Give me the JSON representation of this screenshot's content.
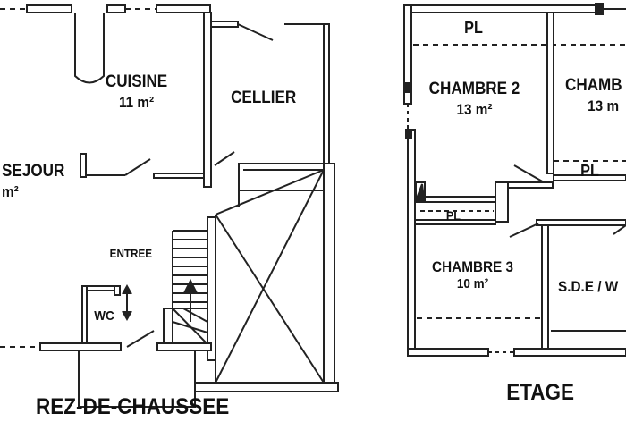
{
  "rooms": {
    "cuisine": {
      "name": "CUISINE",
      "area": "11 m²"
    },
    "cellier": {
      "name": "CELLIER"
    },
    "sejour": {
      "name": "SEJOUR",
      "area": "m²"
    },
    "entree": {
      "name": "ENTREE"
    },
    "wc": {
      "name": "WC"
    },
    "chambre2": {
      "name": "CHAMBRE 2",
      "area": "13 m²"
    },
    "chambre_right": {
      "name": "CHAMB",
      "area": "13 m"
    },
    "chambre3": {
      "name": "CHAMBRE 3",
      "area": "10 m²"
    },
    "sde": {
      "name": "S.D.E / W"
    }
  },
  "placards": {
    "top": "PL",
    "middle": "PL",
    "small": "PL"
  },
  "levels": {
    "ground": "REZ-DE-CHAUSSEE",
    "upper": "ETAGE"
  }
}
